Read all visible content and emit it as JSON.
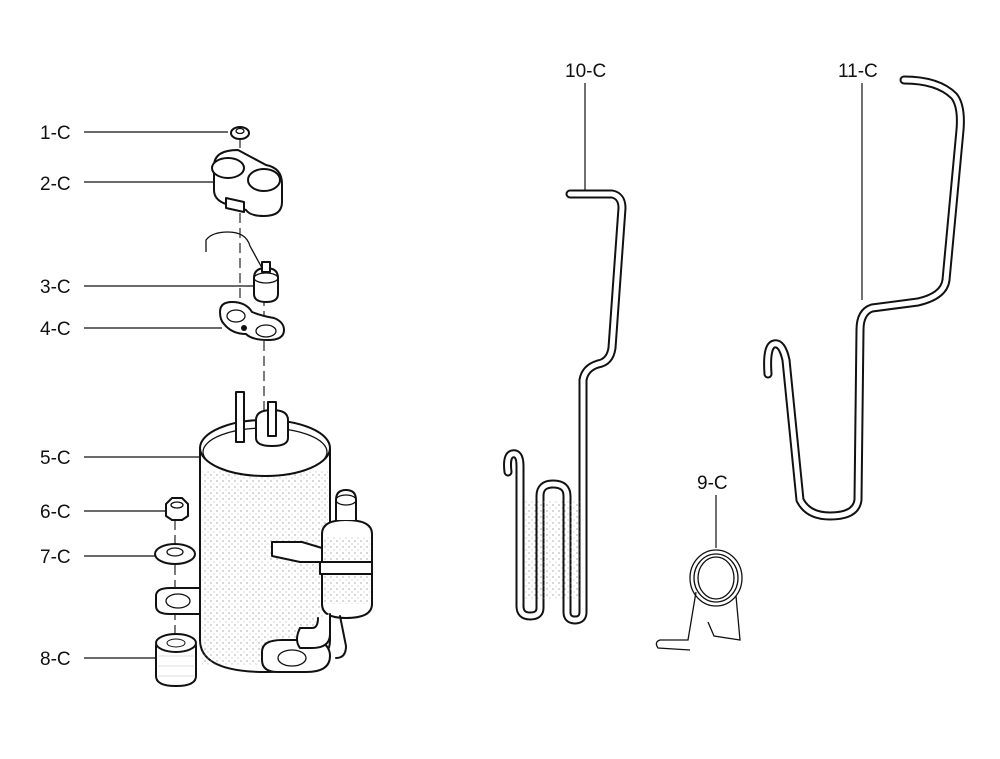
{
  "labels": {
    "p1": "1-C",
    "p2": "2-C",
    "p3": "3-C",
    "p4": "4-C",
    "p5": "5-C",
    "p6": "6-C",
    "p7": "7-C",
    "p8": "8-C",
    "p9": "9-C",
    "p10": "10-C",
    "p11": "11-C"
  }
}
